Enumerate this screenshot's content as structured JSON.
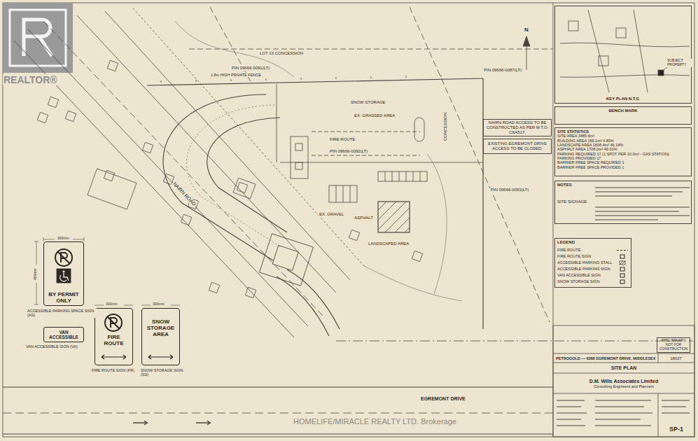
{
  "diagram": {
    "nodes": [
      {
        "text": [
          "NAIRN ROAD ACCESS TO BE CONSTRUCTED AS PER M.T.O. CSA517."
        ]
      },
      {
        "text": [
          "EXISTING EGREMONT DRIVE ACCESS TO BE CLOSED."
        ]
      },
      {
        "text": [
          "KEY PLAN N.T.S."
        ]
      },
      {
        "text": [
          "BENCH MARK"
        ]
      },
      {
        "text": [
          "SITE STATISTICS",
          "SITE AREA 3485.6m²",
          "BUILDING AREA 169.1m² 4.85%",
          "LANDSCAPE AREA 1608.4m² 46.14%",
          "ASPHALT AREA 1708.2m² 49.01%",
          "PARKING REQUIRED 17 (1 SPOT PER 10.0m² - GAS STATION)",
          "PARKING PROVIDED 17",
          "BARRIER FREE SPACE REQUIRED 1",
          "BARRIER FREE SPACE PROVIDED 1"
        ]
      },
      {
        "text": [
          "NOTES",
          "SITE SIGNAGE"
        ]
      },
      {
        "text": [
          "LEGEND"
        ]
      },
      {
        "text": [
          "PRELIMINARY NOT FOR CONSTRUCTION"
        ]
      },
      {
        "text": [
          "PETROGOLD — 6368 EGREMONT DRIVE, MIDDLESEX"
        ]
      },
      {
        "text": [
          "18027"
        ]
      },
      {
        "text": [
          "SITE PLAN"
        ]
      },
      {
        "text": [
          "D.M. Wills Associates Limited",
          "Consulting Engineers and Planners"
        ]
      },
      {
        "text": [
          "SP-1"
        ]
      },
      {
        "text": [
          "BY PERMIT ONLY"
        ]
      },
      {
        "text": [
          "VAN ACCESSIBLE"
        ]
      },
      {
        "text": [
          "FIRE ROUTE"
        ]
      },
      {
        "text": [
          "SNOW STORAGE AREA"
        ]
      }
    ],
    "labels": [
      "REALTOR®",
      "LOT 13 CONCESSION",
      "PIN 09666-0091(LT)",
      "PIN 09666-0087(LT)",
      "PIN 09666-0092(LT)",
      "PIN 09666-0093(LT)",
      "1.8m HIGH PRIVATE FENCE",
      "SNOW STORAGE",
      "EX. GRASSED AREA",
      "FIRE ROUTE",
      "EX. GRAVEL",
      "ASPHALT",
      "LANDSCAPED AREA",
      "NAIRN ROAD",
      "EGREMONT DRIVE",
      "HOMELIFE/MIRACLE REALTY LTD. Brokerage",
      "300mm",
      "450mm",
      "ACCESSIBLE PARKING SPACE SIGN (AS)",
      "VAN ACCESSIBLE SIGN (VA)",
      "300mm",
      "FIRE ROUTE SIGN (FR)",
      "300mm",
      "SNOW STORAGE SIGN (SS)",
      "N",
      "SUBJECT PROPERTY",
      "CONCESSION"
    ],
    "legend": [
      {
        "text": "FIRE ROUTE"
      },
      {
        "text": "FIRE ROUTE SIGN"
      },
      {
        "text": "ACCESSIBLE PARKING STALL"
      },
      {
        "text": "ACCESSIBLE PARKING SIGN"
      },
      {
        "text": "VAN ACCESSIBLE SIGN"
      },
      {
        "text": "SNOW STORAGE SIGN"
      }
    ]
  }
}
